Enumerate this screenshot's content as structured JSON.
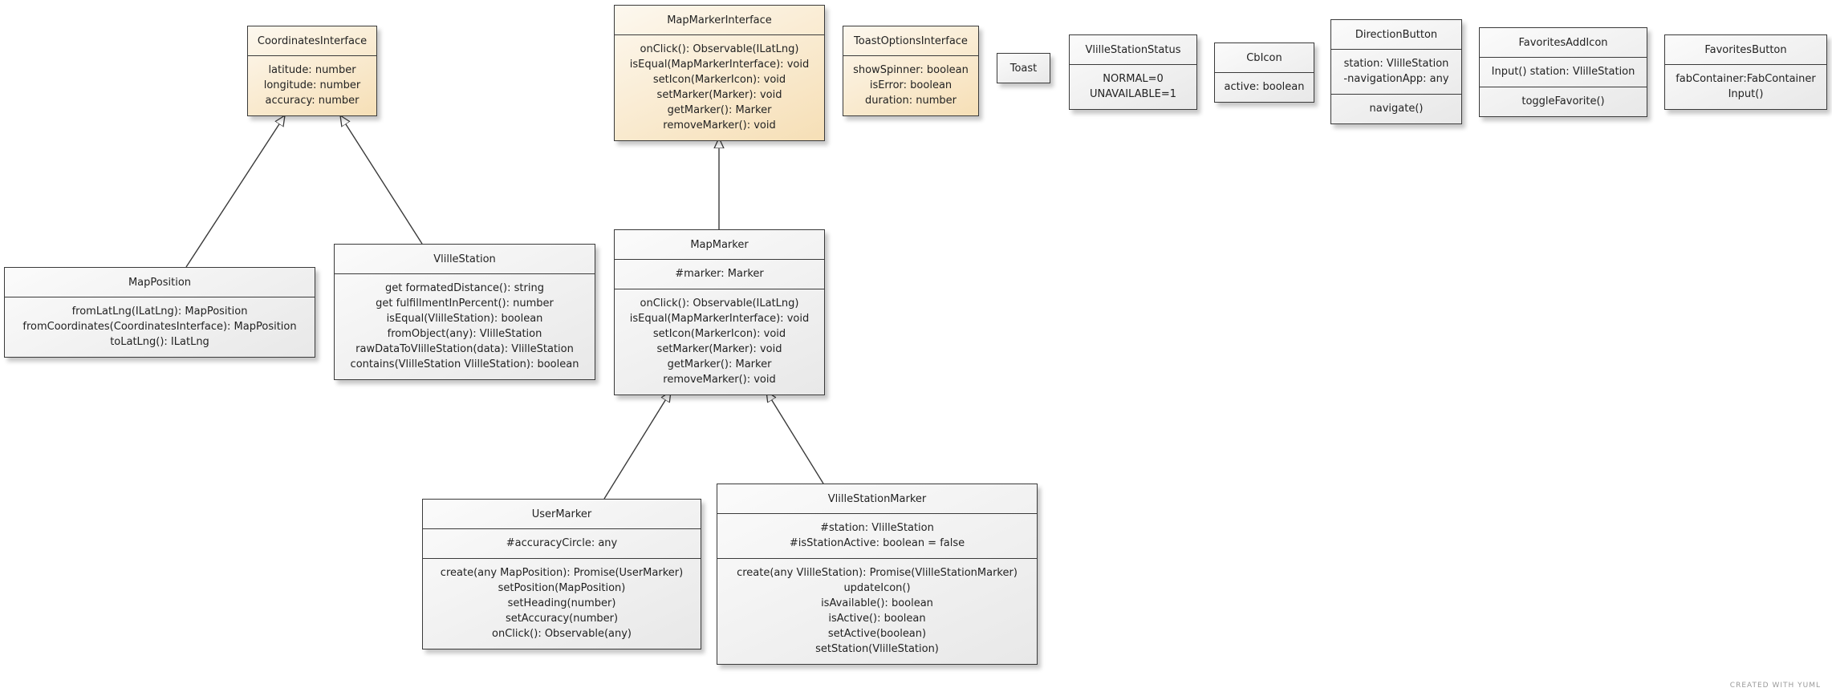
{
  "diagram": {
    "classes": [
      {
        "id": "coordinates-interface",
        "name": "CoordinatesInterface",
        "style": "interface",
        "sections": [
          [
            "latitude: number",
            "longitude: number",
            "accuracy: number"
          ]
        ]
      },
      {
        "id": "map-marker-interface",
        "name": "MapMarkerInterface",
        "style": "interface",
        "sections": [
          [
            "onClick(): Observable(ILatLng)",
            "isEqual(MapMarkerInterface): void",
            "setIcon(MarkerIcon): void",
            "setMarker(Marker): void",
            "getMarker(): Marker",
            "removeMarker(): void"
          ]
        ]
      },
      {
        "id": "toast-options-interface",
        "name": "ToastOptionsInterface",
        "style": "interface",
        "sections": [
          [
            "showSpinner: boolean",
            "isError: boolean",
            "duration: number"
          ]
        ]
      },
      {
        "id": "toast",
        "name": "Toast",
        "style": "class",
        "sections": []
      },
      {
        "id": "vlille-station-status",
        "name": "VlilleStationStatus",
        "style": "class",
        "sections": [
          [
            "NORMAL=0",
            "UNAVAILABLE=1"
          ]
        ]
      },
      {
        "id": "cb-icon",
        "name": "CbIcon",
        "style": "class",
        "sections": [
          [
            "active: boolean"
          ]
        ]
      },
      {
        "id": "direction-button",
        "name": "DirectionButton",
        "style": "class",
        "sections": [
          [
            "station: VlilleStation",
            "-navigationApp: any"
          ],
          [
            "navigate()"
          ]
        ]
      },
      {
        "id": "favorites-add-icon",
        "name": "FavoritesAddIcon",
        "style": "class",
        "sections": [
          [
            "Input() station: VlilleStation"
          ],
          [
            "toggleFavorite()"
          ]
        ]
      },
      {
        "id": "favorites-button",
        "name": "FavoritesButton",
        "style": "class",
        "sections": [
          [
            "fabContainer:FabContainer",
            "Input()"
          ]
        ]
      },
      {
        "id": "map-position",
        "name": "MapPosition",
        "style": "class",
        "sections": [
          [
            "fromLatLng(ILatLng): MapPosition",
            "fromCoordinates(CoordinatesInterface): MapPosition",
            "toLatLng(): ILatLng"
          ]
        ]
      },
      {
        "id": "vlille-station",
        "name": "VlilleStation",
        "style": "class",
        "sections": [
          [
            "get formatedDistance(): string",
            "get fulfillmentInPercent(): number",
            "isEqual(VlilleStation): boolean",
            "fromObject(any): VlilleStation",
            "rawDataToVlilleStation(data): VlilleStation",
            "contains(VlilleStation VlilleStation): boolean"
          ]
        ]
      },
      {
        "id": "map-marker",
        "name": "MapMarker",
        "style": "class",
        "sections": [
          [
            "#marker: Marker"
          ],
          [
            "onClick(): Observable(ILatLng)",
            "isEqual(MapMarkerInterface): void",
            "setIcon(MarkerIcon): void",
            "setMarker(Marker): void",
            "getMarker(): Marker",
            "removeMarker(): void"
          ]
        ]
      },
      {
        "id": "user-marker",
        "name": "UserMarker",
        "style": "class",
        "sections": [
          [
            "#accuracyCircle: any"
          ],
          [
            "create(any MapPosition): Promise(UserMarker)",
            "setPosition(MapPosition)",
            "setHeading(number)",
            "setAccuracy(number)",
            "onClick(): Observable(any)"
          ]
        ]
      },
      {
        "id": "vlille-station-marker",
        "name": "VlilleStationMarker",
        "style": "class",
        "sections": [
          [
            "#station: VlilleStation",
            "#isStationActive: boolean = false"
          ],
          [
            "create(any VlilleStation): Promise(VlilleStationMarker)",
            "updateIcon()",
            "isAvailable(): boolean",
            "isActive(): boolean",
            "setActive(boolean)",
            "setStation(VlilleStation)"
          ]
        ]
      }
    ],
    "inheritance": [
      {
        "from": "map-position",
        "to": "coordinates-interface"
      },
      {
        "from": "vlille-station",
        "to": "coordinates-interface"
      },
      {
        "from": "map-marker",
        "to": "map-marker-interface"
      },
      {
        "from": "user-marker",
        "to": "map-marker"
      },
      {
        "from": "vlille-station-marker",
        "to": "map-marker"
      }
    ],
    "colors": {
      "interface_fill": "#f6dfb6",
      "class_fill": "#e8e8e8",
      "line": "#3a3a3a"
    }
  },
  "footer": {
    "credit": "CREATED WITH YUML"
  }
}
